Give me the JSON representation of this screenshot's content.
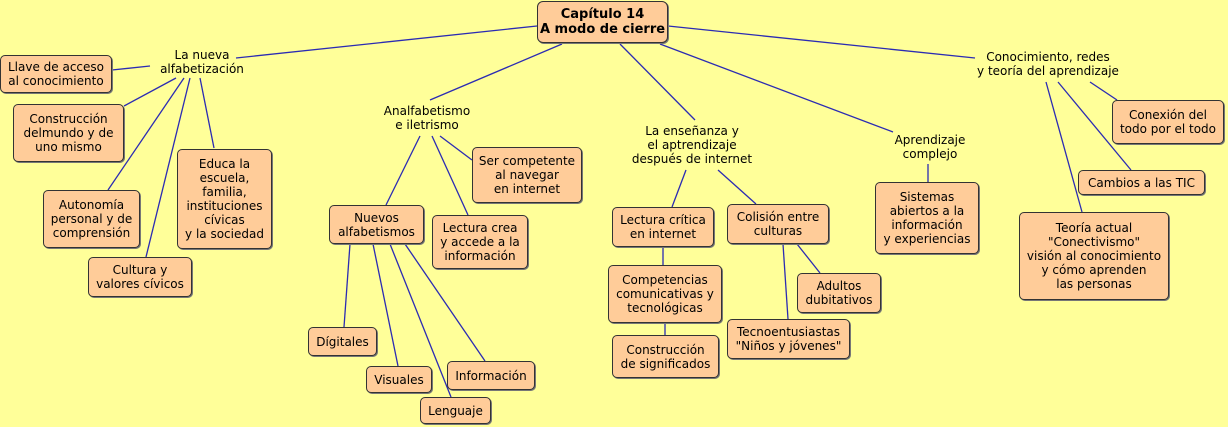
{
  "root": "Capítulo 14\nA modo de cierre",
  "branches": {
    "alfabetizacion": {
      "label": "La nueva\nalfabetización",
      "children": {
        "llave": "Llave de acceso\nal conocimiento",
        "construccion": "Construcción\ndelmundo y de\nuno mismo",
        "autonomia": "Autonomía\npersonal y de\ncomprensión",
        "cultura": "Cultura y\nvalores cívicos",
        "educa": "Educa la\nescuela,\nfamilia,\ninstituciones\ncívicas\ny la sociedad"
      }
    },
    "analfabetismo": {
      "label": "Analfabetismo\ne iletrismo",
      "children": {
        "nuevos": "Nuevos\nalfabetismos",
        "lectura_crea": "Lectura crea\ny accede a la\ninformación",
        "competente": "Ser competente\nal navegar\nen internet"
      },
      "alfabetismos": {
        "digitales": "Dígitales",
        "visuales": "Visuales",
        "lenguaje": "Lenguaje",
        "informacion": "Información"
      }
    },
    "ensenanza": {
      "label": "La enseñanza y\nel aptrendizaje\ndespués de internet",
      "children": {
        "lectura_critica": "Lectura crítica\nen internet",
        "competencias": "Competencias\ncomunicativas y\ntecnológicas",
        "significados": "Construcción\nde significados",
        "colision": "Colisión entre\nculturas",
        "adultos": "Adultos\ndubitativos",
        "tecnoentusiastas": "Tecnoentusiastas\n\"Niños y jóvenes\""
      }
    },
    "complejo": {
      "label": "Aprendizaje\ncomplejo",
      "children": {
        "sistemas": "Sistemas\nabiertos a la\ninformación\ny experiencias"
      }
    },
    "conocimiento": {
      "label": "Conocimiento, redes\ny teoría del aprendizaje",
      "children": {
        "conexion": "Conexión del\ntodo por el todo",
        "cambios": "Cambios a las TIC",
        "teoria": "Teoría actual\n\"Conectivismo\"\nvisión al conocimiento\ny cómo aprenden\nlas personas"
      }
    }
  }
}
